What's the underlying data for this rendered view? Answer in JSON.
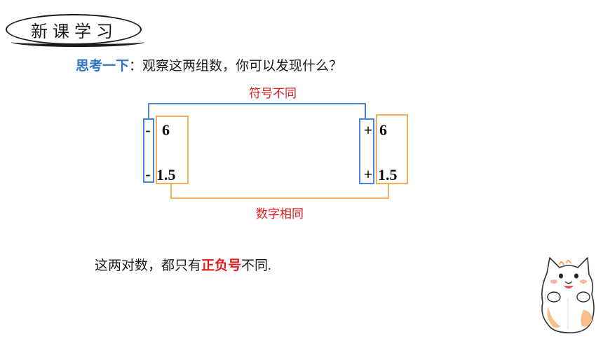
{
  "header": {
    "badge_label": "新课学习"
  },
  "prompt": {
    "lead": "思考一下",
    "text": "：观察这两组数，你可以发现什么？"
  },
  "diagram": {
    "top_label": "符号不同",
    "bottom_label": "数字相同",
    "left_group": {
      "sign_top": "-",
      "sign_bottom": "-",
      "num_top": "6",
      "num_bottom": "1.5"
    },
    "right_group": {
      "sign_top": "+",
      "sign_bottom": "+",
      "num_top": "6",
      "num_bottom": "1.5"
    },
    "colors": {
      "sign_box": "#4a86d8",
      "number_box": "#f0b05a",
      "label": "#e01c1c"
    }
  },
  "conclusion": {
    "before": "这两对数，都只有",
    "highlight": "正负号",
    "after": "不同."
  },
  "decor": {
    "mascot": "cat-icon"
  }
}
